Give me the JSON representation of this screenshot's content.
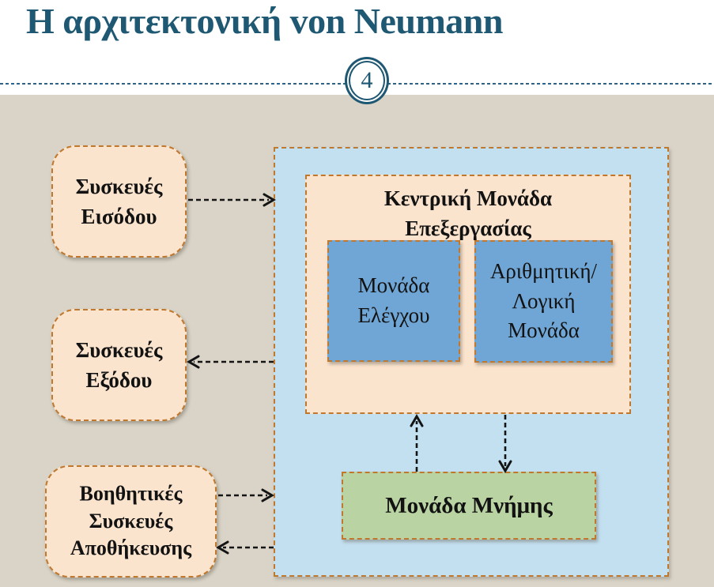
{
  "header": {
    "title": "Η αρχιτεκτονική von Neumann",
    "page_number": "4"
  },
  "diagram": {
    "input_device": {
      "lines": [
        "Συσκευές",
        "Εισόδου"
      ]
    },
    "output_device": {
      "lines": [
        "Συσκευές",
        "Εξόδου"
      ]
    },
    "storage_device": {
      "lines": [
        "Βοηθητικές",
        "Συσκευές",
        "Αποθήκευσης"
      ]
    },
    "cpu": {
      "title_lines": [
        "Κεντρική Μονάδα",
        "Επεξεργασίας"
      ]
    },
    "control_unit": {
      "lines": [
        "Μονάδα",
        "Ελέγχου"
      ]
    },
    "alu": {
      "lines": [
        "Αριθμητική/",
        "Λογική",
        "Μονάδα"
      ]
    },
    "memory": {
      "label": "Μονάδα Μνήμης"
    },
    "arrows": [
      {
        "name": "input-to-system",
        "direction": "right"
      },
      {
        "name": "system-to-output",
        "direction": "left"
      },
      {
        "name": "storage-to-system",
        "direction": "right"
      },
      {
        "name": "system-to-storage",
        "direction": "left"
      },
      {
        "name": "memory-to-cpu",
        "direction": "up"
      },
      {
        "name": "cpu-to-memory",
        "direction": "down"
      }
    ]
  },
  "colors": {
    "title_text": "#1f5873",
    "divider_line": "#2f6386",
    "content_background": "#d9d4c7",
    "peach_fill": "#fbe4cd",
    "dashed_border": "#c0782e",
    "outer_blue_fill": "#c3e0f1",
    "inner_blue_fill": "#70a6d5",
    "green_fill": "#b9d3a2",
    "arrow_color": "#141414"
  }
}
